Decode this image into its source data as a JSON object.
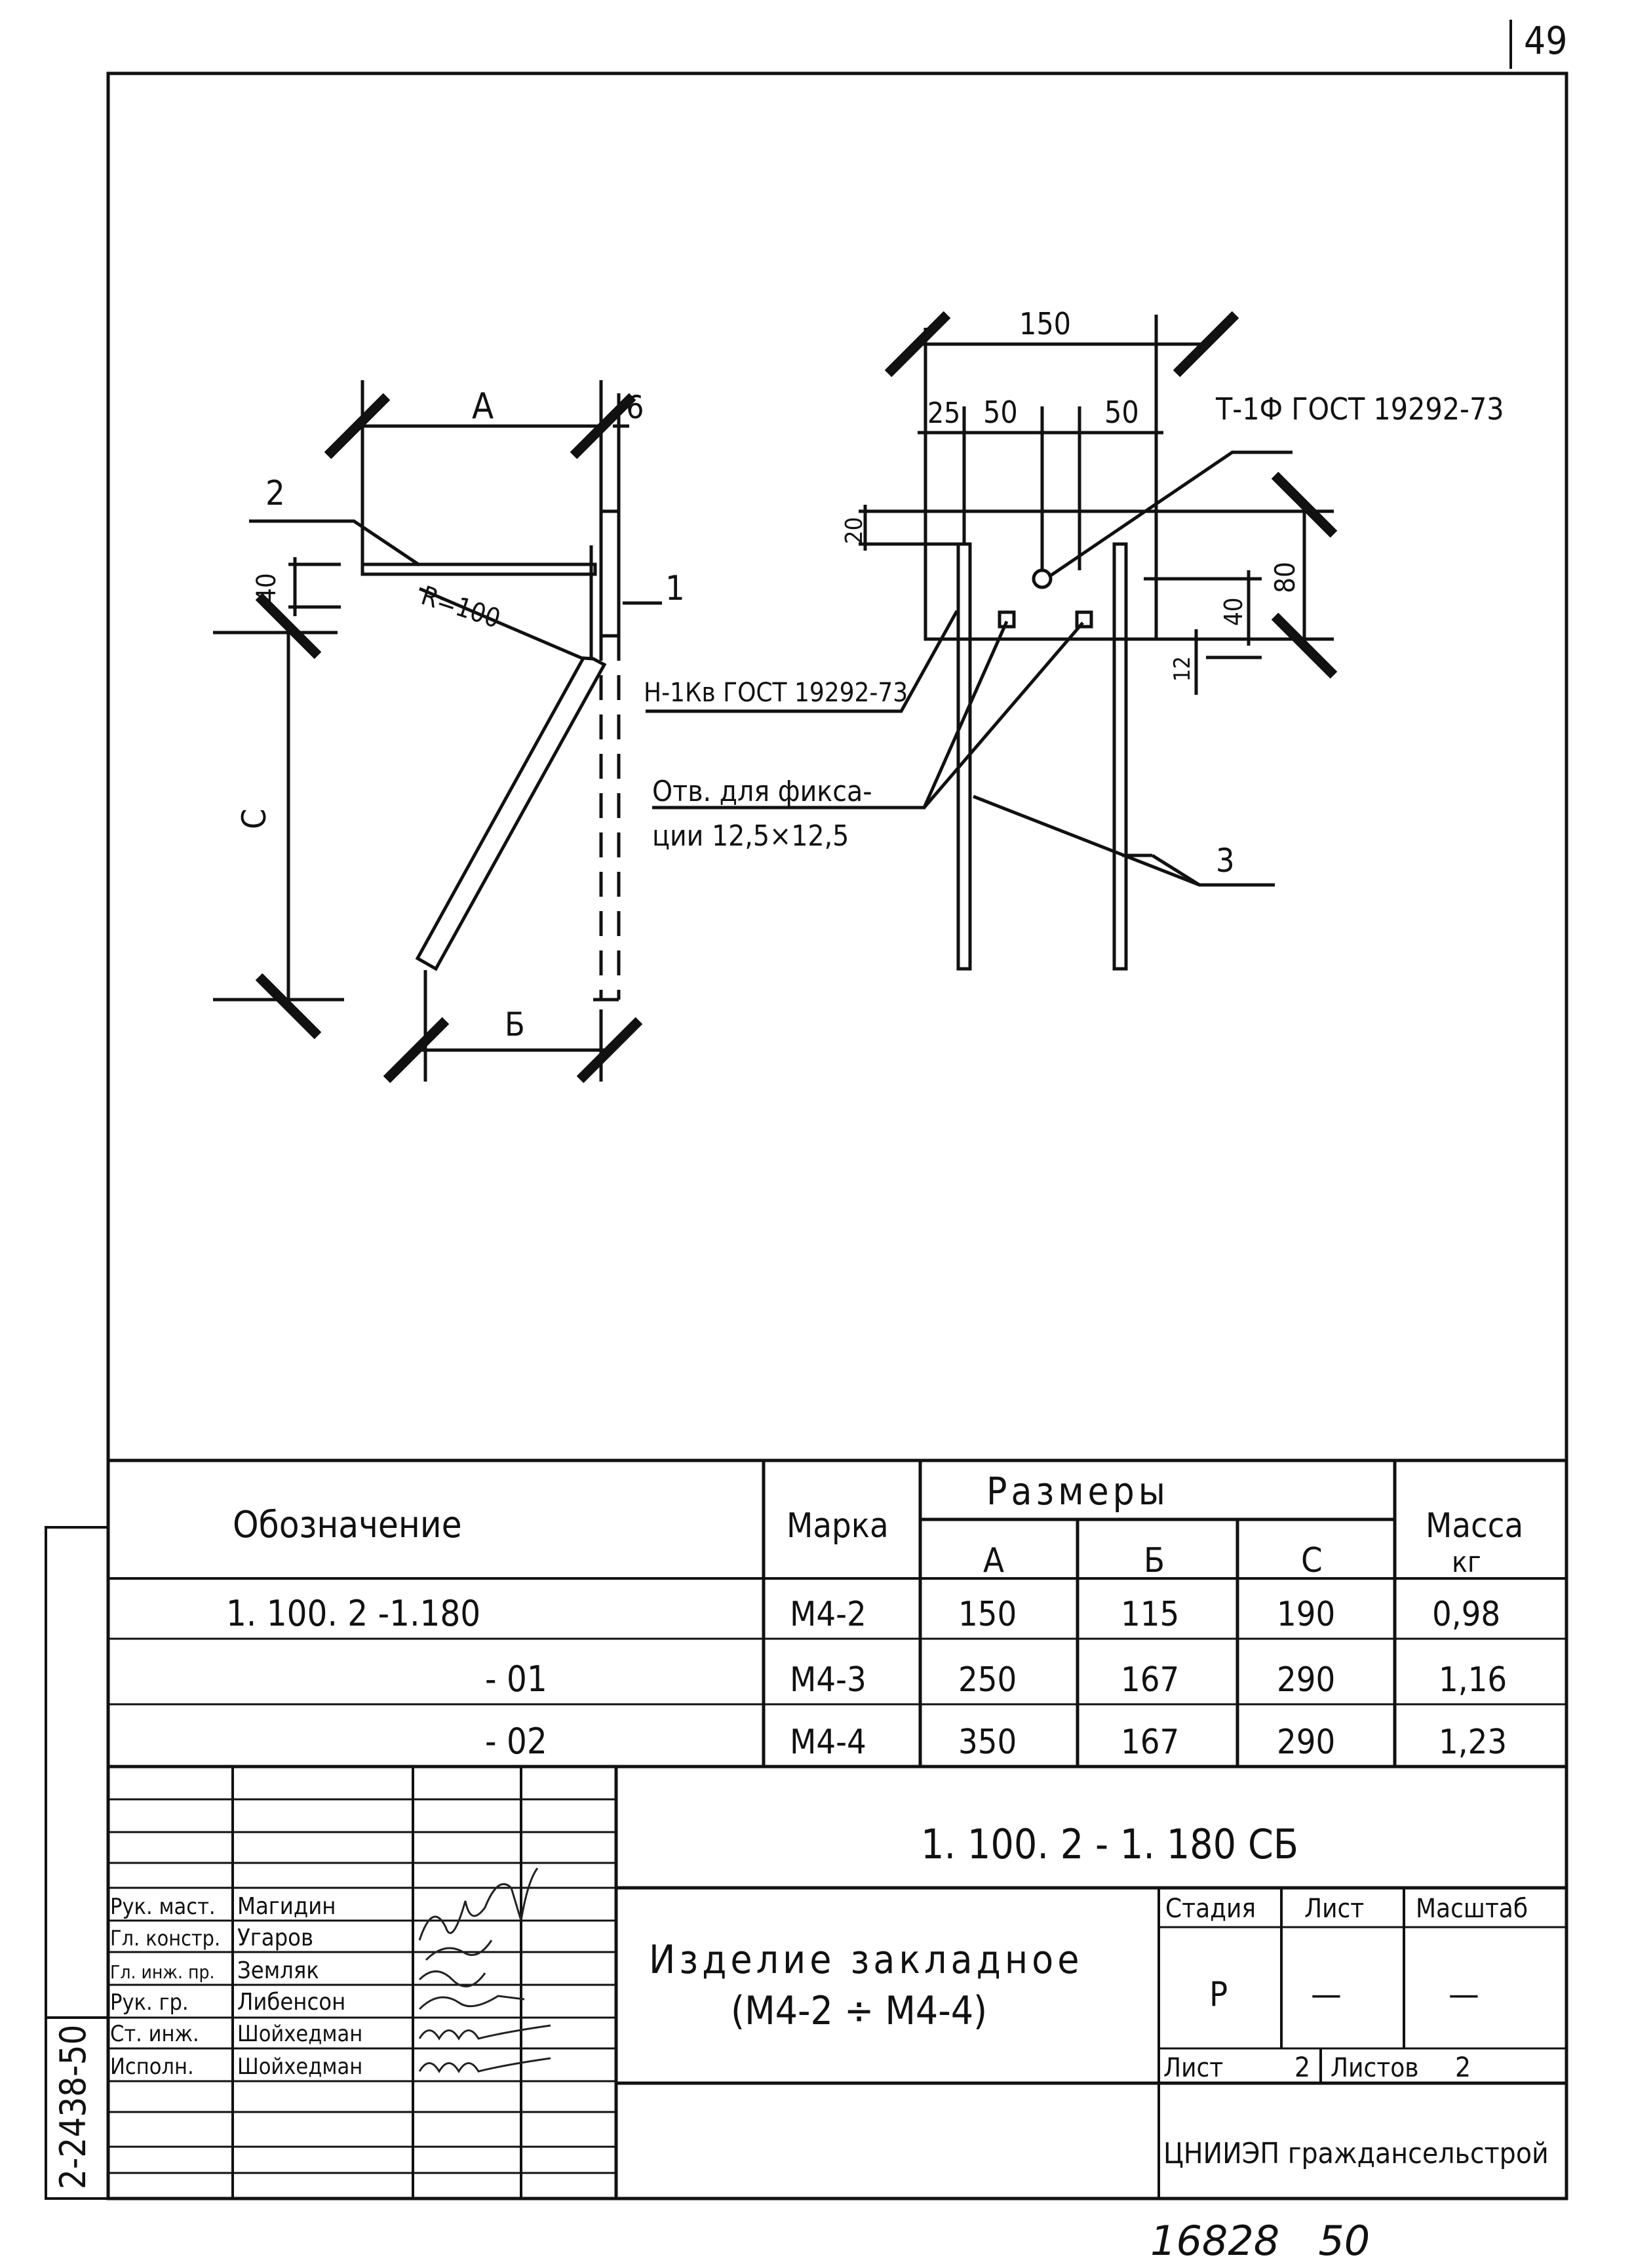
{
  "page_number": "49",
  "side_stamp": "2-2438-50",
  "bottom_stamp": "16828   50",
  "drawing": {
    "side_view": {
      "dim_a": "А",
      "dim_6": "6",
      "dim_40": "40",
      "dim_c": "С",
      "dim_b": "Б",
      "radius": "R=100",
      "callout_1": "1",
      "callout_2": "2"
    },
    "front_view": {
      "dim_150": "150",
      "dim_25": "25",
      "dim_50a": "50",
      "dim_50b": "50",
      "dim_20": "20",
      "dim_80": "80",
      "dim_40": "40",
      "dim_12": "12",
      "callout_3": "3",
      "note_t1f": "Т-1Ф ГОСТ 19292-73",
      "note_h1kv": "Н-1Кв ГОСТ 19292-73",
      "note_holes_1": "Отв. для фикса-",
      "note_holes_2": "ции  12,5×12,5"
    }
  },
  "table": {
    "headers": {
      "designation": "Обозначение",
      "mark": "Марка",
      "sizes": "Размеры",
      "col_a": "А",
      "col_b": "Б",
      "col_c": "С",
      "mass": "Масса",
      "mass_unit": "кг"
    },
    "rows": [
      {
        "designation": "1. 100. 2 -1.180",
        "mark": "М4-2",
        "a": "150",
        "b": "115",
        "c": "190",
        "mass": "0,98"
      },
      {
        "designation": "- 01",
        "mark": "М4-3",
        "a": "250",
        "b": "167",
        "c": "290",
        "mass": "1,16"
      },
      {
        "designation": "- 02",
        "mark": "М4-4",
        "a": "350",
        "b": "167",
        "c": "290",
        "mass": "1,23"
      }
    ]
  },
  "title_block": {
    "doc_code": "1. 100. 2 - 1. 180 СБ",
    "title_line_1": "Изделие закладное",
    "title_line_2": "(М4-2  ÷  М4-4)",
    "stage_label": "Стадия",
    "sheet_label": "Лист",
    "scale_label": "Масштаб",
    "stage_value": "Р",
    "sheet_value": "—",
    "scale_value": "—",
    "sheet_no_label": "Лист",
    "sheet_no_value": "2",
    "sheets_total_label": "Листов",
    "sheets_total_value": "2",
    "organization": "ЦНИИЭП граждансельстрой",
    "signatures": [
      {
        "role": "Рук. маст.",
        "name": "Магидин"
      },
      {
        "role": "Гл. констр.",
        "name": "Угаров"
      },
      {
        "role": "Гл. инж. пр.",
        "name": "Земляк"
      },
      {
        "role": "Рук. гр.",
        "name": "Либенсон"
      },
      {
        "role": "Ст. инж.",
        "name": "Шойхедман"
      },
      {
        "role": "Исполн.",
        "name": "Шойхедман"
      }
    ]
  }
}
